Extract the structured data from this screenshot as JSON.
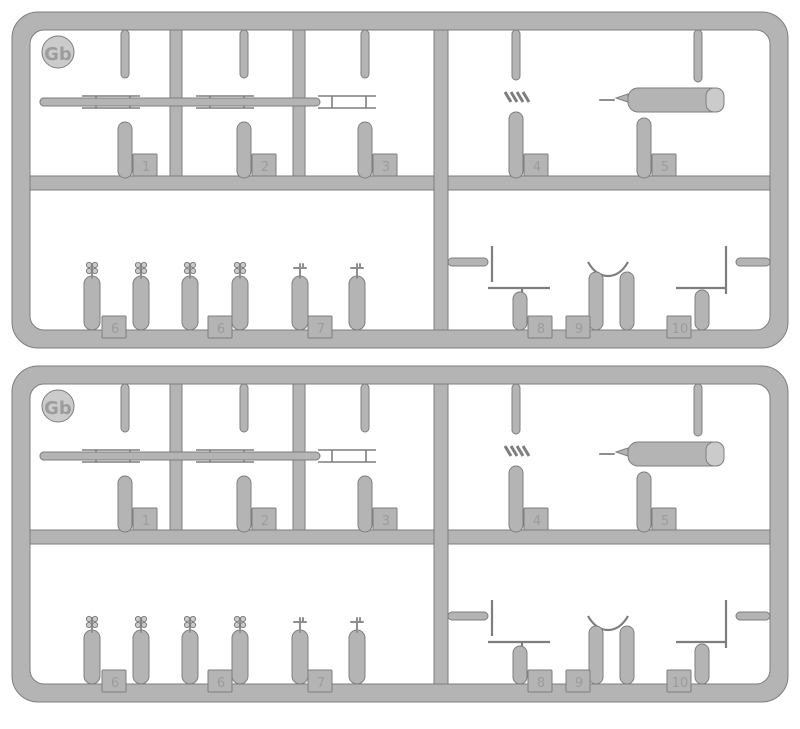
{
  "colors": {
    "plastic": "#b4b4b4",
    "plastic_light": "#cbcbcb",
    "plastic_dark": "#8e8e8e",
    "outline": "#7e7e7e",
    "tab_text": "#9c9c9c",
    "background": "#ffffff"
  },
  "sprues": [
    {
      "code": "Gb",
      "part_numbers": [
        "1",
        "2",
        "3",
        "4",
        "5",
        "6",
        "6",
        "7",
        "8",
        "9",
        "10"
      ]
    },
    {
      "code": "Gb",
      "part_numbers": [
        "1",
        "2",
        "3",
        "4",
        "5",
        "6",
        "6",
        "7",
        "8",
        "9",
        "10"
      ]
    }
  ]
}
